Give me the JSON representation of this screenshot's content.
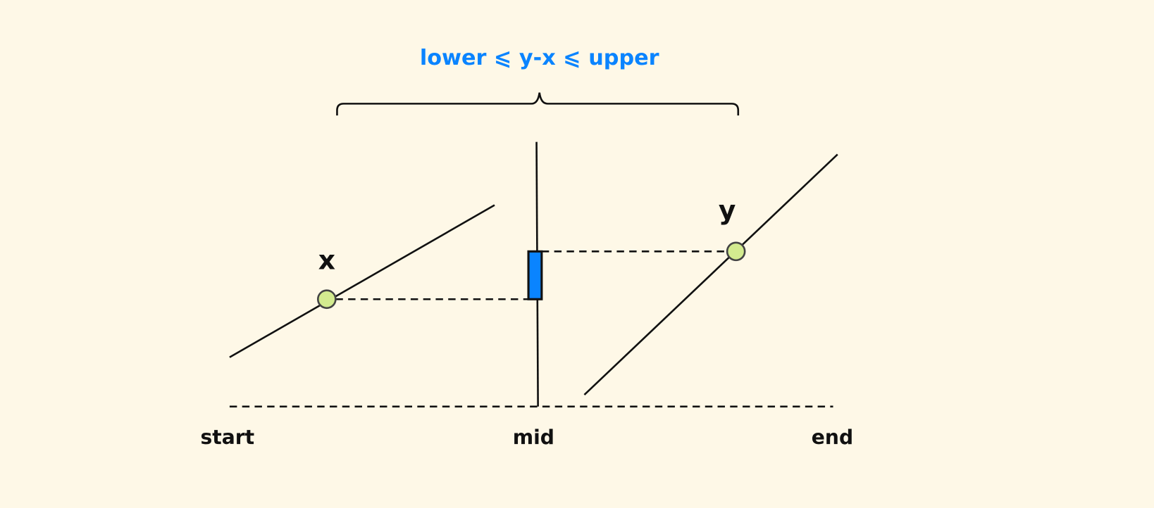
{
  "title": "lower ⩽ y-x ⩽ upper",
  "points": {
    "x_label": "x",
    "y_label": "y"
  },
  "axis_labels": {
    "start": "start",
    "mid": "mid",
    "end": "end"
  },
  "colors": {
    "background": "#fef8e7",
    "accent_blue": "#0a84ff",
    "point_fill": "#d3eb8f",
    "line": "#111111"
  }
}
